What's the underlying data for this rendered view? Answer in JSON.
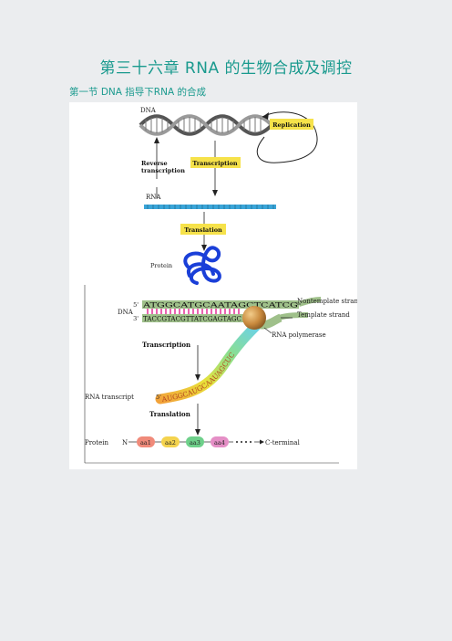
{
  "page": {
    "title": "第三十六章 RNA 的生物合成及调控",
    "section": "第一节 DNA 指导下RNA 的合成"
  },
  "figure": {
    "top": {
      "dna_label": "DNA",
      "replication_label": "Replication",
      "reverse_transcription_label": [
        "Reverse",
        "transcription"
      ],
      "transcription_label": "Transcription",
      "rna_label": "RNA",
      "translation_label": "Translation",
      "protein_label": "Protein"
    },
    "bottom": {
      "dna_label": "DNA",
      "five_prime": "5'",
      "three_prime": "3'",
      "top_strand_seq": "ATGGCATGCAATAGCTCATCG",
      "bottom_strand_seq": "TACCGTACGTTATCGAGTAGC",
      "nontemplate_label": "Nontemplate strand",
      "template_label": "Template strand",
      "polymerase_label": "RNA polymerase",
      "transcription_label": "Transcription",
      "rna_transcript_label": "RNA transcript",
      "rna_five_prime": "5'",
      "rna_seq": "AUGGCAUGCAAUAGCUC",
      "translation_label": "Translation",
      "protein_label": "Protein",
      "n_terminal": "N",
      "amino_acids": [
        "aa1",
        "aa2",
        "aa3",
        "aa4"
      ],
      "c_terminal": "C-terminal",
      "aa_colors": [
        "#f08a7a",
        "#f4d34e",
        "#6ed08a",
        "#e58fc6"
      ]
    }
  }
}
